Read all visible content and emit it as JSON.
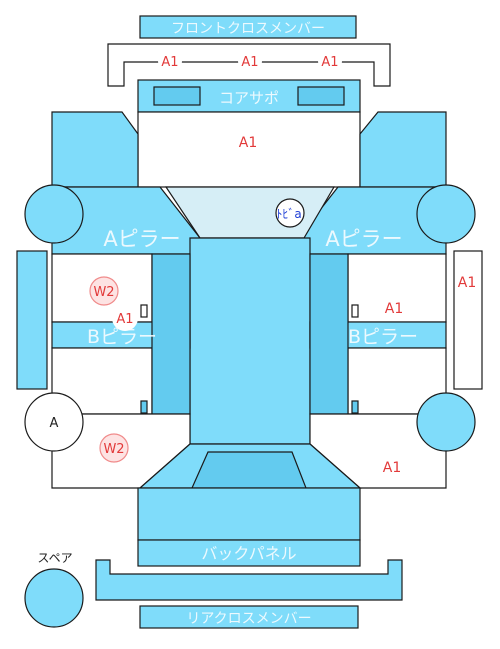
{
  "colors": {
    "panel": "#7fdcfa",
    "panel_dark": "#63cbef",
    "glass": "#d6eef6",
    "outline": "#1a1a1a",
    "mark_red": "#e23a3a",
    "mark_blue": "#1f3fd6",
    "label_light": "#ffffff"
  },
  "parts": {
    "front_cross_member": "フロントクロスメンバー",
    "core_support": "コアサポ",
    "a_pillar_left": "Aピラー",
    "a_pillar_right": "Aピラー",
    "b_pillar_left": "Bピラー",
    "b_pillar_right": "Bピラー",
    "back_panel": "バックパネル",
    "rear_cross_member": "リアクロスメンバー",
    "spare_label": "スペア"
  },
  "marks": {
    "front_member_1": "A1",
    "front_member_2": "A1",
    "front_member_3": "A1",
    "hood": "A1",
    "left_front_door_w": "W2",
    "left_front_door_a": "A1",
    "right_front_door": "A1",
    "right_outer": "A1",
    "left_rear_w": "W2",
    "right_rear": "A1",
    "left_rear_tire": "A",
    "windshield_mark": "ﾄﾋﾞa"
  }
}
